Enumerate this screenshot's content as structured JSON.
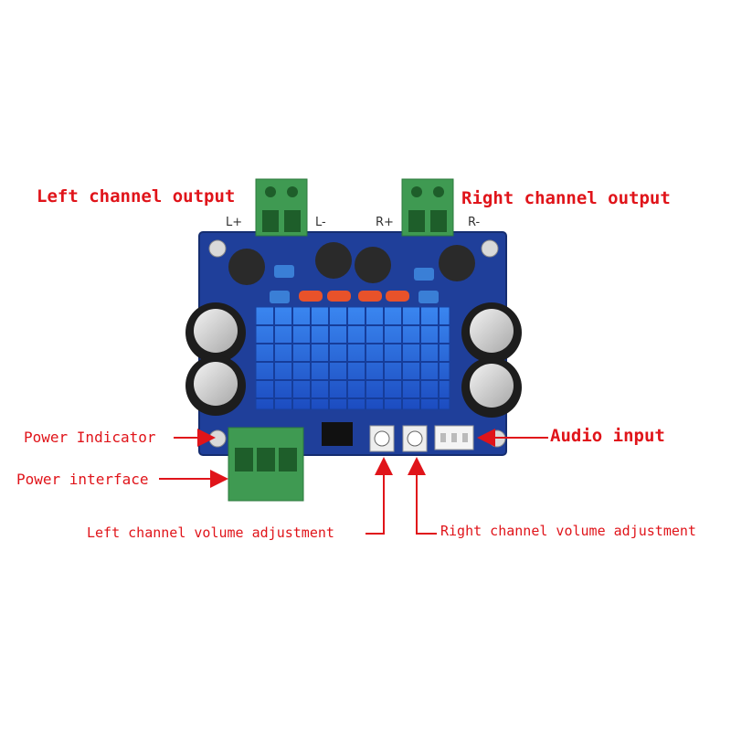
{
  "labels": {
    "left_output": "Left channel output",
    "right_output": "Right channel output",
    "power_indicator": "Power Indicator",
    "power_interface": "Power interface",
    "audio_input": "Audio input",
    "left_volume": "Left channel volume adjustment",
    "right_volume": "Right channel volume adjustment"
  },
  "terminals": {
    "l_plus": "L+",
    "l_minus": "L-",
    "r_plus": "R+",
    "r_minus": "R-"
  },
  "colors": {
    "annotation": "#e0141a",
    "pcb": "#1f3f9a",
    "heatsink": "#2a64d8",
    "terminal": "#3f9a52"
  }
}
